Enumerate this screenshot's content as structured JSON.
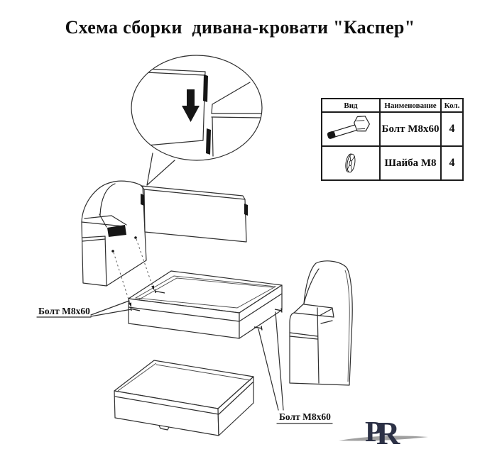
{
  "title": "Схема сборки  дивана-кровати \"Каспер\"",
  "parts_table": {
    "headers": {
      "view": "Вид",
      "name": "Наименование",
      "qty": "Кол."
    },
    "rows": [
      {
        "name": "Болт М8х60",
        "qty": "4"
      },
      {
        "name": "Шайба М8",
        "qty": "4"
      }
    ]
  },
  "callouts": {
    "bolt_label_left": "Болт М8х60",
    "bolt_label_bottom": "Болт М8х60"
  },
  "logo": {
    "letter_p": "P",
    "letter_r": "R"
  },
  "colors": {
    "line": "#2f2f2f",
    "dark_fill": "#161616",
    "logo": "#2c3146",
    "swoosh": "#a0a0a0",
    "background": "#ffffff"
  }
}
